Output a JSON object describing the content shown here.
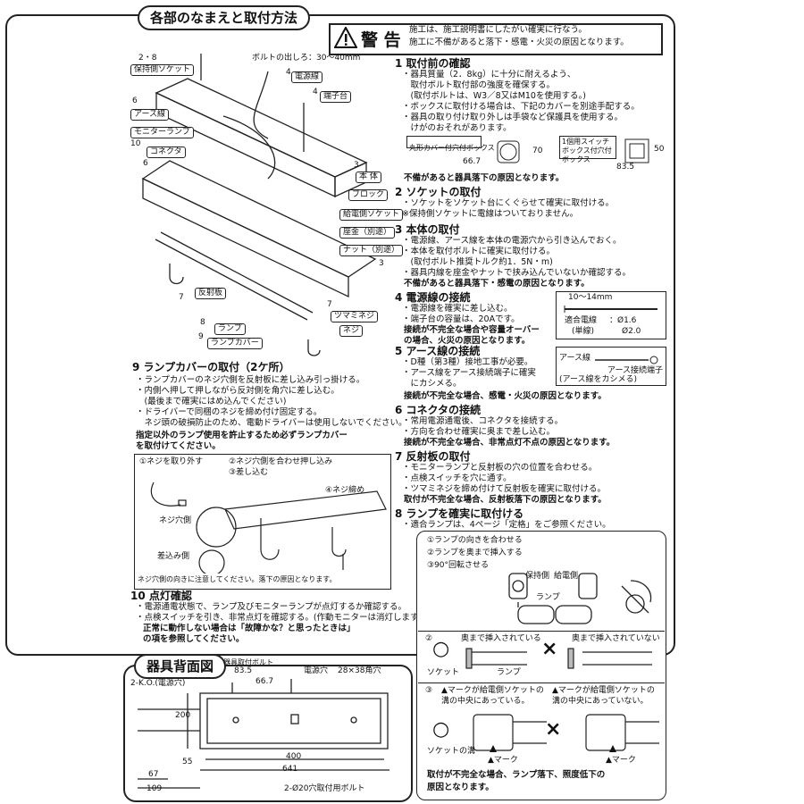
{
  "sections": {
    "main_title": "各部のなまえと取付方法",
    "back_title": "器具背面図"
  },
  "warning": {
    "title": "警 告",
    "lines": [
      "施工は、施工説明書にしたがい確実に行なう。",
      "施工に不備があると落下・感電・火災の原因となります。"
    ]
  },
  "parts": {
    "p28": "2・8",
    "bolt": "ボルトの出しろ：30〜40mm",
    "p4": "4",
    "p3": "3",
    "p6": "6",
    "p10": "10",
    "p6b": "6",
    "p7": "7",
    "p8": "8",
    "p9": "9",
    "p7b": "7",
    "p3b": "3",
    "socket_fix": "器具取付ボルト",
    "holding_socket": "保持側ソケット",
    "power_line": "電源線",
    "terminal": "端子台",
    "earth_line": "アース線",
    "monitor_lamp": "モニターランプ",
    "connector": "コネクタ",
    "body": "本 体",
    "block": "ブロック",
    "feed_socket": "給電側ソケット",
    "washer": "座金（別途）",
    "nut": "ナット（別途）",
    "reflector": "反射板",
    "lamp": "ランプ",
    "lamp_cover": "ランプカバー",
    "knob_screw": "ツマミネジ",
    "screw": "ネジ"
  },
  "steps": [
    {
      "title": "1  取付前の確認",
      "lines": [
        "・器具質量（2．8kg）に十分に耐えるよう、",
        "　取付ボルト取付部の強度を確保する。",
        "　(取付ボルトは、W3／8又はM10を使用する。)",
        "・ボックスに取付ける場合は、下記のカバーを別途手配する。",
        "・器具の取り付け取り外しは手袋など保護具を使用する。",
        "　けがのおそれがあります。"
      ]
    },
    {
      "title": "2  ソケットの取付",
      "lines": [
        "・ソケットをソケット台にくぐらせて確実に取付ける。",
        "※保持側ソケットに電線はついておりません。"
      ]
    },
    {
      "title": "3  本体の取付",
      "lines": [
        "・電源線、アース線を本体の電源穴から引き込んでおく。",
        "・本体を取付ボルトに確実に取付ける。",
        "　(取付ボルト推奨トルク約1．5N・m)",
        "・器具内線を座金やナットで挟み込んでいないか確認する。"
      ]
    },
    {
      "title": "4  電源線の接続",
      "lines": [
        "・電源線を確実に差し込む。",
        "・端子台の容量は、20Aです。"
      ]
    },
    {
      "title": "5  アース線の接続",
      "lines": [
        "・D種（第3種）接地工事が必要。",
        "・アース線をアース接続端子に確実",
        "　にカシメる。"
      ]
    },
    {
      "title": "6  コネクタの接続",
      "lines": [
        "・常用電源通電後、コネクタを接続する。",
        "・方向を合わせ確実に奥まで差し込む。"
      ]
    },
    {
      "title": "7  反射板の取付",
      "lines": [
        "・モニターランプと反射板の穴の位置を合わせる。",
        "・点検スイッチを穴に通す。",
        "・ツマミネジを締め付けて反射板を確実に取付ける。"
      ]
    },
    {
      "title": "8  ランプを確実に取付ける",
      "lines": [
        "・適合ランプは、4ページ「定格」をご参照ください。"
      ]
    }
  ],
  "bold_notes": {
    "n1": "不備があると器具落下の原因となります。",
    "n3": "不備があると器具落下・感電の原因となります。",
    "n4a": "接続が不完全な場合や容量オーバー",
    "n4b": "の場合、火災の原因となります。",
    "n5": "接続が不完全な場合、感電・火災の原因となります。",
    "n6": "接続が不完全な場合、非常点灯不点の原因となります。",
    "n7": "取付が不完全な場合、反射板落下の原因となります。"
  },
  "box_labels": {
    "round_box": "丸形カバー付穴付ボックス",
    "switch_box": "1個用スイッチボックス付穴付ボックス",
    "d1": "66.7",
    "d2": "70",
    "d3": "83.5",
    "d4": "50"
  },
  "wire": {
    "strip": "10〜14mm",
    "single": "適合電線",
    "single2": "(単線)",
    "v1": "：Ø1.6",
    "v2": "Ø2.0",
    "earth": "アース線",
    "earth_terminal": "アース接続端子",
    "caulk": "(アース線をカシメる)"
  },
  "step9": {
    "title": "9 ランプカバーの取付（2ケ所）",
    "lines": [
      "・ランプカバーのネジ穴側を反射板に差し込み引っ掛ける。",
      "・内側へ押して押しながら反対側を角穴に差し込む。",
      "　(最後まで確実にはめ込んでください)",
      "・ドライバーで同梱のネジを締め付け固定する。",
      "　ネジ頭の破損防止のため、電動ドライバーは使用しないでください。"
    ],
    "bold1": "指定以外のランプ使用を許止するため必ずランプカバー",
    "bold2": "を取付けてください。",
    "fig1": "①ネジを取り外す",
    "fig2": "②ネジ穴側を合わせ押し込み",
    "fig3": "③差し込む",
    "fig4": "④ネジ締め",
    "hole": "ネジ穴側",
    "insert": "差込み側",
    "note": "ネジ穴側の向きに注意してください。落下の原因となります。"
  },
  "step10": {
    "title": "10  点灯確認",
    "lines": [
      "・電源通電状態で、ランプ及びモニターランプが点灯するか確認する。",
      "・点検スイッチを引き、非常点灯を確認する。(作動モニターは消灯します)"
    ],
    "bold1": "正常に動作しない場合は「故障かな？と思ったときは」",
    "bold2": "の項を参照してください。"
  },
  "lamp_steps": {
    "s1": "①ランプの向きを合わせる",
    "s2": "②ランプを奥まで挿入する",
    "s3": "③90°回転させる",
    "holding": "保持側",
    "feed": "給電側",
    "lamp": "ランプ"
  },
  "insert_check": {
    "num": "②",
    "ok": "奥まで挿入されている",
    "ng": "奥まで挿入されていない",
    "socket": "ソケット",
    "lamp": "ランプ",
    "o": "○",
    "x": "×"
  },
  "mark_check": {
    "num": "③",
    "ok1": "▲マークが給電側ソケットの",
    "ok2": "溝の中央にあっている。",
    "ng1": "▲マークが給電側ソケットの",
    "ng2": "溝の中央にあっていない。",
    "groove": "ソケットの溝",
    "mark": "▲マーク",
    "mark2": "▲マーク",
    "o": "○",
    "x": "×"
  },
  "final_note": {
    "l1": "取付が不完全な場合、ランプ落下、照度低下の",
    "l2": "原因となります。"
  },
  "back": {
    "d835": "83.5",
    "d667": "66.7",
    "fix": "器具取付ボルト",
    "hole": "電源穴",
    "sub": "28×38角穴",
    "k": "2-K.O.(電源穴)",
    "d200": "200",
    "d55": "55",
    "d400": "400",
    "d641": "641",
    "d67": "67",
    "d109": "109",
    "bolt2": "2-Ø20穴取付用ボルト"
  }
}
